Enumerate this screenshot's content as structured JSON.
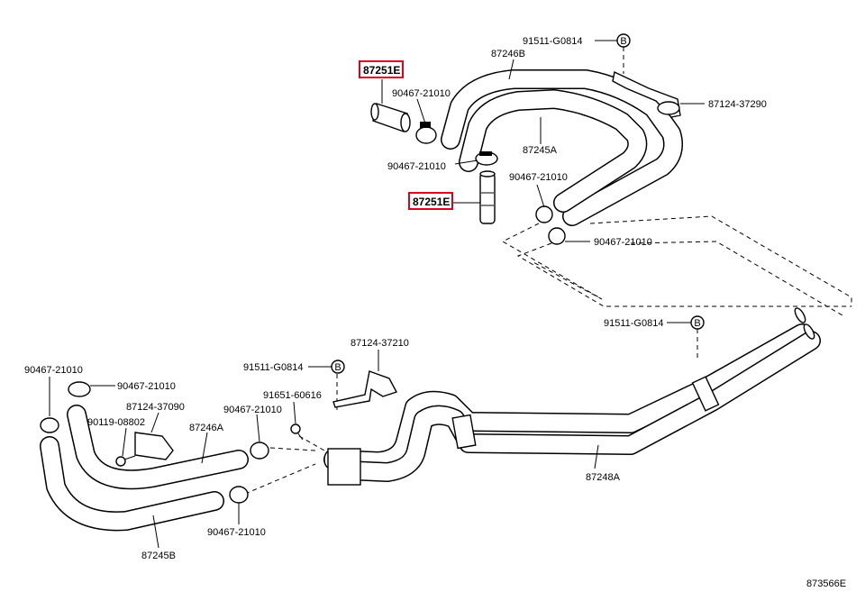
{
  "labels": {
    "hl_top": "87251E",
    "hl_mid": "87251E",
    "p_87246B": "87246B",
    "p_91511_top": "91511-G0814",
    "p_87124_37290": "87124-37290",
    "p_90467_a": "90467-21010",
    "p_87245A": "87245A",
    "p_90467_b": "90467-21010",
    "p_90467_c": "90467-21010",
    "p_90467_d": "90467-21010",
    "p_91511_right": "91511-G0814",
    "p_87124_37210": "87124-37210",
    "p_91511_mid": "91511-G0814",
    "p_91651": "91651-60616",
    "p_90467_e": "90467-21010",
    "p_90467_f": "90467-21010",
    "p_87124_37090": "87124-37090",
    "p_90119": "90119-08802",
    "p_87246A": "87246A",
    "p_90467_g": "90467-21010",
    "p_90467_h": "90467-21010",
    "p_87248A": "87248A",
    "p_87245B": "87245B",
    "bolt_symbol": "B",
    "diagram_code": "873566E"
  },
  "highlight_color": "#e0001b"
}
